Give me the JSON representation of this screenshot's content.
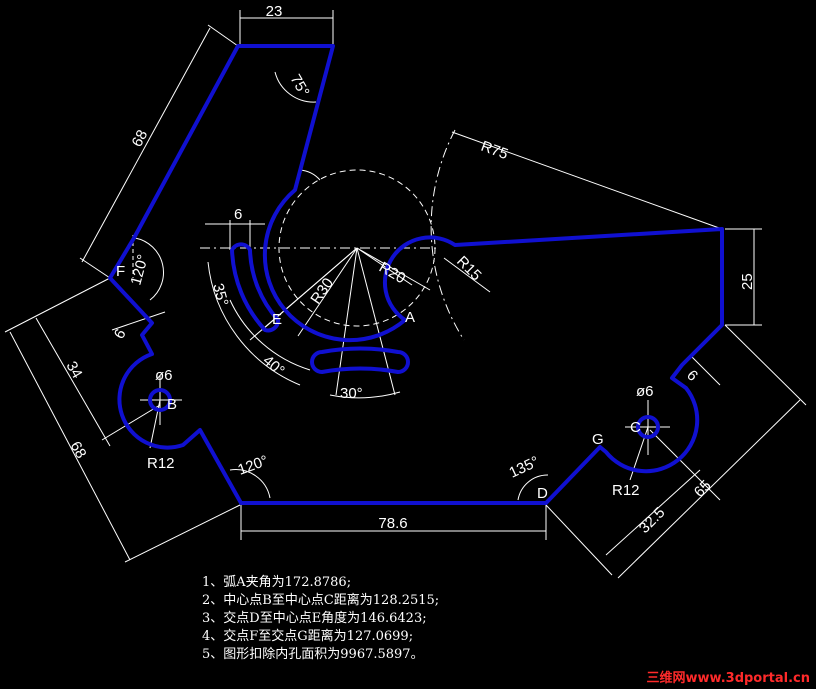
{
  "colors": {
    "background": "#000000",
    "outline": "#1010d0",
    "lines": "#ffffff"
  },
  "dimensions": {
    "top_width": "23",
    "top_angle": "75°",
    "left_upper": "68",
    "left_outer": "68",
    "left_34": "34",
    "left_6": "6",
    "angle_f": "120°",
    "hole_b_dia": "ø6",
    "hole_b_radius": "R12",
    "slot_width": "6",
    "slot_angle_35": "35°",
    "slot_angle_40": "40°",
    "slot_angle_30": "30°",
    "radius_30": "R30",
    "radius_20": "R20",
    "radius_15": "R15",
    "radius_75": "R75",
    "right_25": "25",
    "bottom_length": "78.6",
    "angle_120_bottom": "120°",
    "angle_135": "135°",
    "right_6": "6",
    "hole_c_dia": "ø6",
    "hole_c_radius": "R12",
    "right_65": "65",
    "right_32_5": "32.5"
  },
  "points": {
    "A": "A",
    "B": "B",
    "C": "C",
    "D": "D",
    "E": "E",
    "F": "F",
    "G": "G"
  },
  "notes": [
    "1、弧A夹角为172.8786;",
    "2、中心点B至中心点C距离为128.2515;",
    "3、交点D至中心点E角度为146.6423;",
    "4、交点F至交点G距离为127.0699;",
    "5、图形扣除内孔面积为9967.5897。"
  ],
  "watermark": "三维网www.3dportal.cn"
}
